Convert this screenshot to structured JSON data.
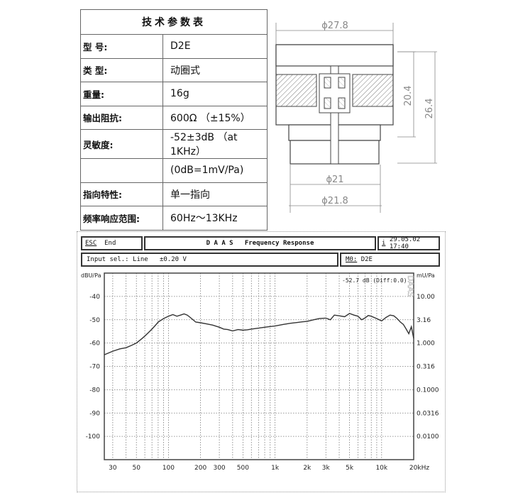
{
  "spec_table": {
    "title": "技术参数表",
    "rows": [
      {
        "label": "型  号:",
        "value": "D2E"
      },
      {
        "label": "类  型:",
        "value": "动圈式"
      },
      {
        "label": "重量:",
        "value": "16g"
      },
      {
        "label": "输出阻抗:",
        "value": "600Ω （±15%）"
      },
      {
        "label": "灵敏度:",
        "value": "-52±3dB （at 1KHz）"
      },
      {
        "label": "",
        "value": "(0dB=1mV/Pa)"
      },
      {
        "label": "指向特性:",
        "value": "单一指向"
      },
      {
        "label": "频率响应范围:",
        "value": "60Hz～13KHz"
      }
    ]
  },
  "drawing": {
    "dim_top": "ϕ27.8",
    "dim_inner_height": "20.4",
    "dim_total_height": "26.4",
    "dim_bottom_inner": "ϕ21",
    "dim_bottom_outer": "ϕ21.8"
  },
  "analyzer": {
    "esc_label": "ESC",
    "end_label": "End",
    "title": "D A A S   Frequency Response",
    "datetime": "29.05.02 17:40",
    "info_icon": "i",
    "input_sel": "Input sel.: Line",
    "input_range": "±0.20 V",
    "mo_label": "M0:",
    "mo_value": "D2E",
    "readout": "-52.7 dB (Diff:0.0)",
    "watermark": "DAAS"
  },
  "chart_data": {
    "type": "line",
    "title": "D A A S Frequency Response",
    "xlabel": "Hz",
    "ylabel": "dBU/Pa",
    "ylabel_right": "mU/Pa",
    "xscale": "log",
    "xlim": [
      25,
      20000
    ],
    "ylim": [
      -110,
      -30
    ],
    "grid": true,
    "x_tick_labels": [
      "30",
      "50",
      "100",
      "200",
      "300",
      "500",
      "1k",
      "2k",
      "3k",
      "5k",
      "10k",
      "20kHz"
    ],
    "x_tick_values": [
      30,
      50,
      100,
      200,
      300,
      500,
      1000,
      2000,
      3000,
      5000,
      10000,
      20000
    ],
    "y_ticks": [
      -40,
      -50,
      -60,
      -70,
      -80,
      -90,
      -100
    ],
    "y_tick_labels": [
      "-40",
      "-50",
      "-60",
      "-70",
      "-80",
      "-90",
      "-100"
    ],
    "y_right_tick_labels": [
      "10.00",
      "3.16",
      "1.000",
      "0.316",
      "0.1000",
      "0.0316",
      "0.0100"
    ],
    "series": [
      {
        "name": "D2E",
        "x": [
          25,
          30,
          35,
          40,
          45,
          50,
          55,
          60,
          65,
          70,
          75,
          80,
          90,
          100,
          110,
          120,
          130,
          140,
          150,
          160,
          180,
          200,
          230,
          260,
          300,
          330,
          360,
          400,
          450,
          500,
          550,
          600,
          700,
          800,
          900,
          1000,
          1200,
          1400,
          1600,
          1800,
          2000,
          2300,
          2600,
          3000,
          3300,
          3600,
          4000,
          4500,
          5000,
          5500,
          6000,
          6500,
          7000,
          7500,
          8000,
          9000,
          10000,
          11000,
          12000,
          13000,
          14000,
          15000,
          16000,
          17000,
          18000,
          19000,
          20000
        ],
        "y": [
          -65,
          -63.5,
          -62.5,
          -62,
          -61,
          -60,
          -58.5,
          -57,
          -55.5,
          -54,
          -52.5,
          -51,
          -49.5,
          -48.5,
          -47.8,
          -48.5,
          -48,
          -47.5,
          -48,
          -49,
          -51,
          -51.3,
          -51.8,
          -52.3,
          -53.2,
          -54,
          -54.2,
          -54.8,
          -54.2,
          -54.5,
          -54.3,
          -54,
          -53.6,
          -53.2,
          -52.9,
          -52.7,
          -52,
          -51.5,
          -51.2,
          -50.9,
          -50.7,
          -50,
          -49.5,
          -49.3,
          -50,
          -48,
          -48.3,
          -48.7,
          -47.3,
          -48,
          -48.5,
          -50,
          -49.2,
          -48.2,
          -48.5,
          -49.5,
          -50.5,
          -49,
          -48,
          -48.3,
          -49.5,
          -51,
          -52,
          -54,
          -56,
          -53,
          -58
        ]
      }
    ]
  }
}
